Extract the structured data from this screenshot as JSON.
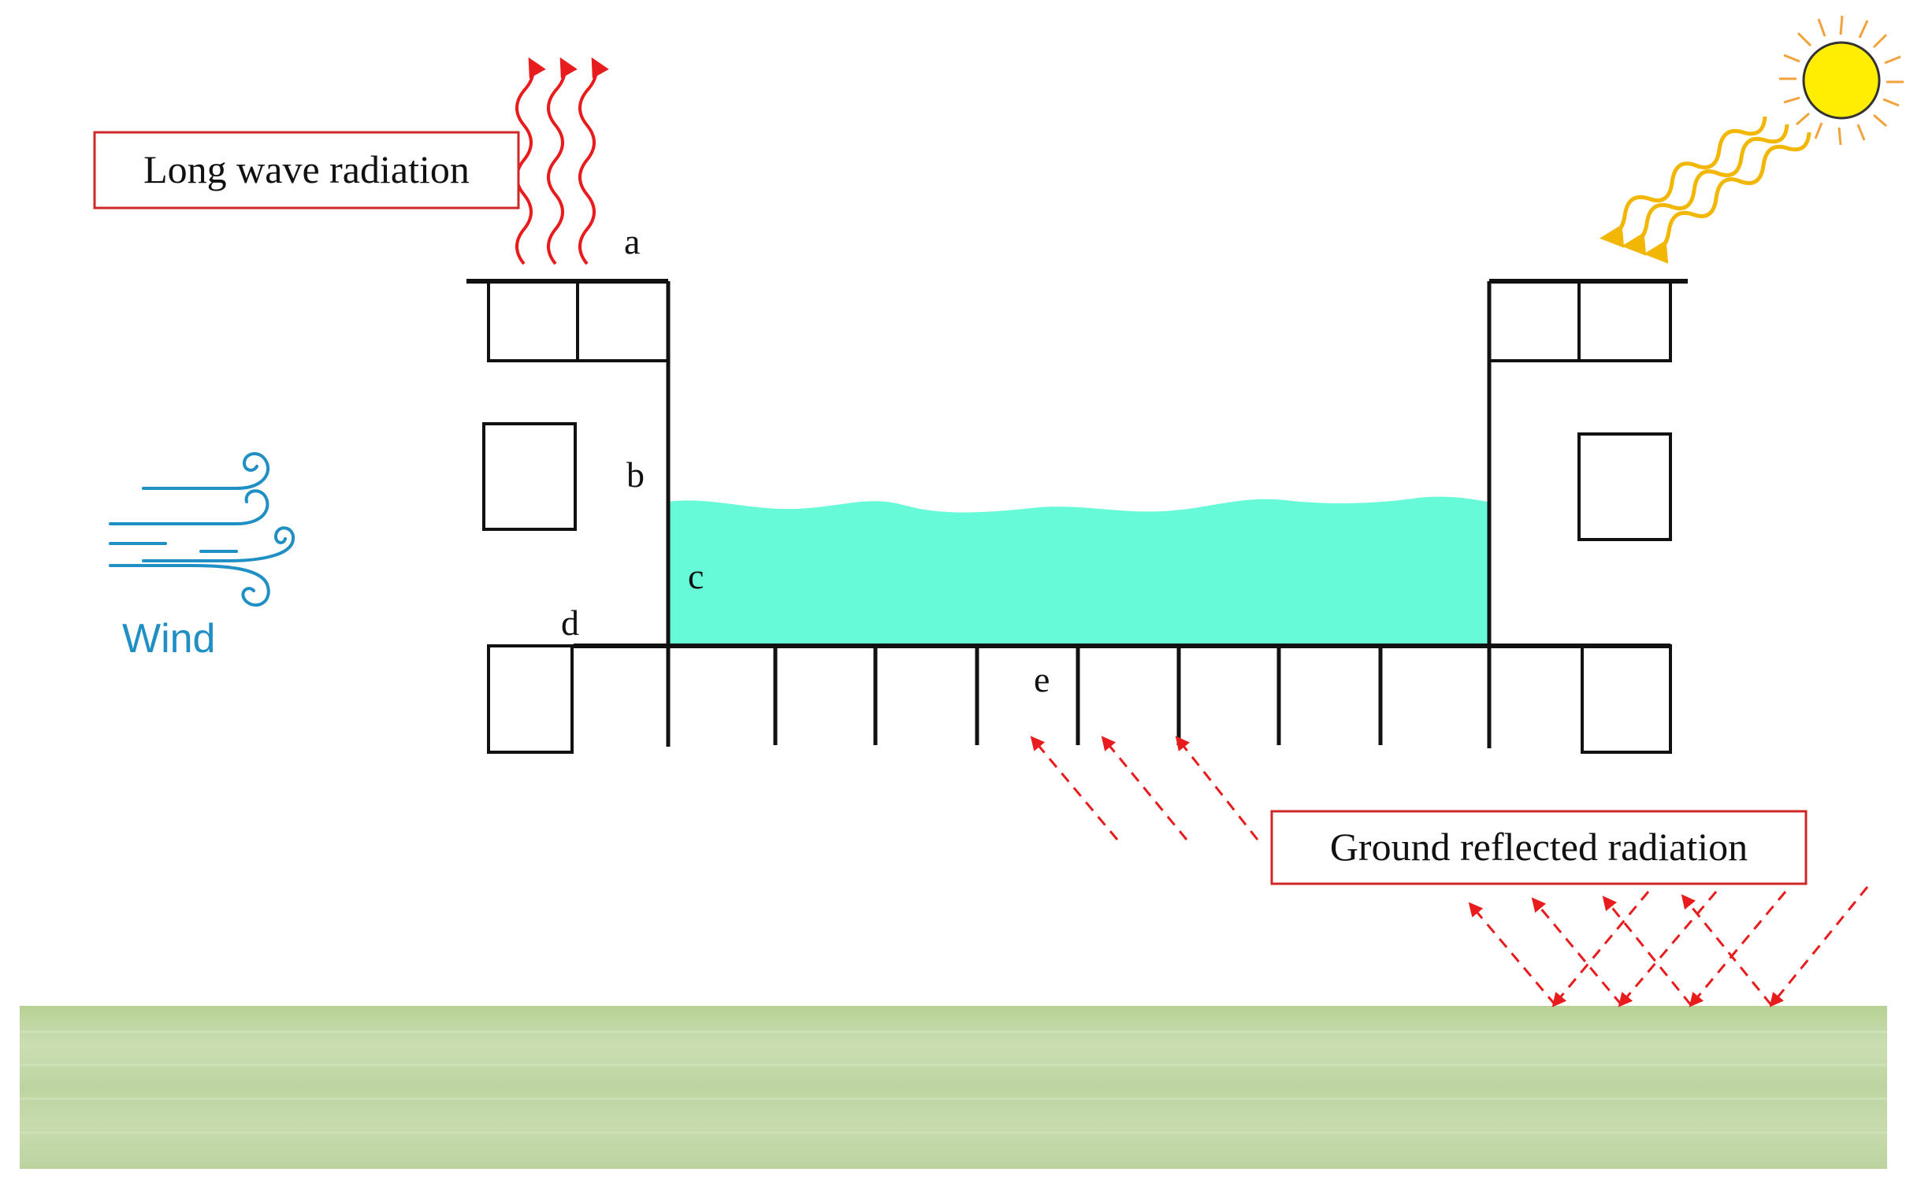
{
  "labels": {
    "long_wave": "Long wave radiation",
    "ground_reflected": "Ground reflected radiation",
    "wind": "Wind",
    "a": "a",
    "b": "b",
    "c": "c",
    "d": "d",
    "e": "e"
  },
  "colors": {
    "water": "#66fad8",
    "ground": "#c3d8a6",
    "longwave": "#e81c1c",
    "solar": "#f2b705",
    "sun": "#ffee00",
    "reflected": "#e81c1c",
    "wind": "#1f8fc4",
    "structure": "#111111",
    "label_border": "#cf2727"
  },
  "icons": {
    "sun": "sun-icon",
    "wind": "wind-icon"
  }
}
